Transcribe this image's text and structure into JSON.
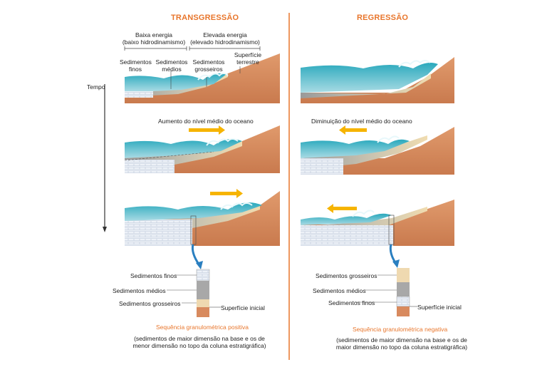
{
  "left": {
    "title": "TRANSGRESSÃO",
    "energy_low": [
      "Baixa energia",
      "(baixo hidrodinamismo)"
    ],
    "energy_high": [
      "Elevada energia",
      "(elevado hidrodinamismo)"
    ],
    "sed_fine": [
      "Sedimentos",
      "finos"
    ],
    "sed_medium": [
      "Sedimentos",
      "médios"
    ],
    "sed_coarse": [
      "Sedimentos",
      "grosseiros"
    ],
    "surface": [
      "Superfície",
      "terrestre"
    ],
    "time": "Tempo",
    "rise": "Aumento do nível médio do oceano",
    "col_fine": "Sedimentos finos",
    "col_medium": "Sedimentos médios",
    "col_coarse": "Sedimentos grosseiros",
    "col_initial": "Superfície inicial",
    "sequence": "Sequência granulométrica positiva",
    "note": [
      "(sedimentos de maior dimensão na base e os de",
      "menor dimensão no topo da coluna estratigráfica)"
    ]
  },
  "right": {
    "title": "REGRESSÃO",
    "fall": "Diminuição do nível médio do oceano",
    "col_coarse": "Sedimentos grosseiros",
    "col_medium": "Sedimentos médios",
    "col_fine": "Sedimentos finos",
    "col_initial": "Superfície inicial",
    "sequence": "Sequência granulométrica negativa",
    "note": [
      "(sedimentos de maior dimensão na base e os de",
      "maior dimensão no topo da coluna estratigráfica)"
    ]
  },
  "colors": {
    "accent": "#e8762c",
    "water": "#3fb8c8",
    "land": "#d88a5e",
    "arrow": "#f6b400"
  }
}
